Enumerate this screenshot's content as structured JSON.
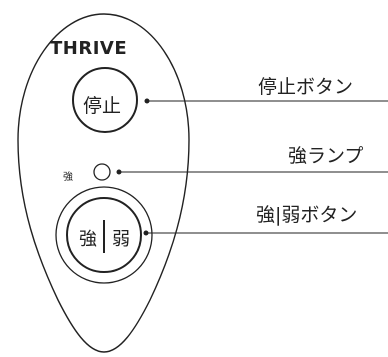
{
  "remote": {
    "brand": "THRIVE",
    "stop_button_text": "停止",
    "lamp_small_label": "強",
    "switch_left": "強",
    "switch_right": "弱"
  },
  "callouts": {
    "stop_button": "停止ボタン",
    "strong_lamp": "強ランプ",
    "switch_button": "強|弱ボタン"
  },
  "colors": {
    "line": "#222222",
    "background": "#ffffff"
  }
}
